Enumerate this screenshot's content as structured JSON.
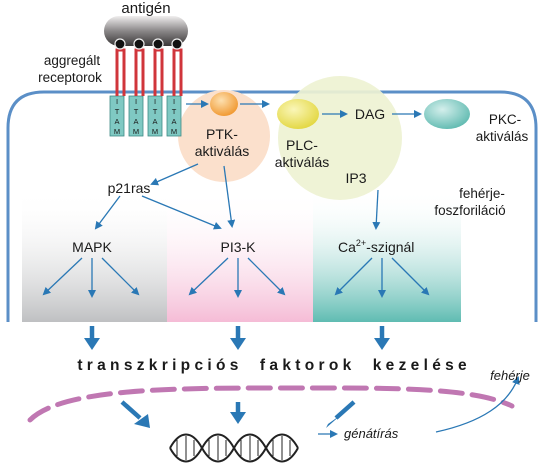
{
  "labels": {
    "antigen": "antigén",
    "receptor_line1": "aggregált",
    "receptor_line2": "receptorok",
    "itam": "ITAM",
    "ptk_line1": "PTK-",
    "ptk_line2": "aktiválás",
    "plc_line1": "PLC-",
    "plc_line2": "aktiválás",
    "dag": "DAG",
    "ip3": "IP3",
    "pkc_line1": "PKC-",
    "pkc_line2": "aktiválás",
    "p21ras": "p21ras",
    "mapk": "MAPK",
    "pi3k": "PI3-K",
    "ca_prefix": "Ca",
    "ca_sup": "2+",
    "ca_suffix": "-szignál",
    "phospho_line1": "fehérje-",
    "phospho_line2": "foszforiláció",
    "transcription": "t r a n s z k r i p c i ó s     f a k t o r o k     k e z e l é s e",
    "genatiras": "génátírás",
    "feherje": "fehérje"
  },
  "colors": {
    "membrane": "#5b8fc7",
    "arrow": "#2a78b5",
    "nucleus": "#c077b2",
    "stalk": "#d0353b",
    "itam": "#7fc9c3",
    "ptk_circle": "#fbe0cc",
    "ptk_ball": "#f5a43d",
    "plc_circle": "#eef2d2",
    "plc_ball": "#e9e25a",
    "pkc_ball": "#7cc8c0",
    "panel_gray": "#cfd0d2",
    "panel_pink": "#f7c8de",
    "panel_teal": "#7cc8bf"
  }
}
